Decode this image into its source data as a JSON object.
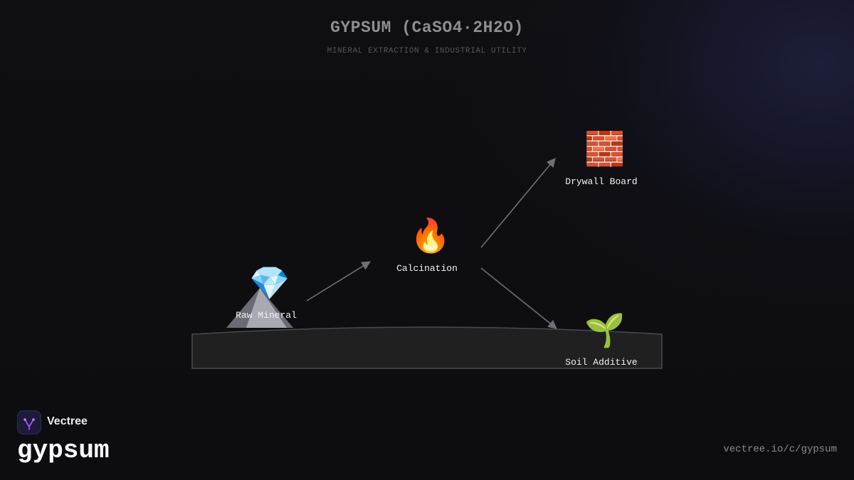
{
  "header": {
    "title": "GYPSUM (CaSO4·2H2O)",
    "subtitle": "MINERAL EXTRACTION & INDUSTRIAL UTILITY"
  },
  "nodes": {
    "raw_mineral": {
      "label": "Raw Mineral",
      "icon": "💎",
      "icon_name": "gem-icon"
    },
    "calcination": {
      "label": "Calcination",
      "icon": "🔥",
      "icon_name": "fire-icon"
    },
    "drywall": {
      "label": "Drywall Board",
      "icon": "🧱",
      "icon_name": "brick-icon"
    },
    "soil": {
      "label": "Soil Additive",
      "icon": "🌱",
      "icon_name": "seedling-icon"
    }
  },
  "footer": {
    "brand": "Vectree",
    "page_name": "gypsum",
    "url": "vectree.io/c/gypsum"
  },
  "colors": {
    "background": "#0e0e12",
    "arrow": "#6f6f74",
    "ground": "#202020",
    "brand_accent": "#a855f7"
  }
}
